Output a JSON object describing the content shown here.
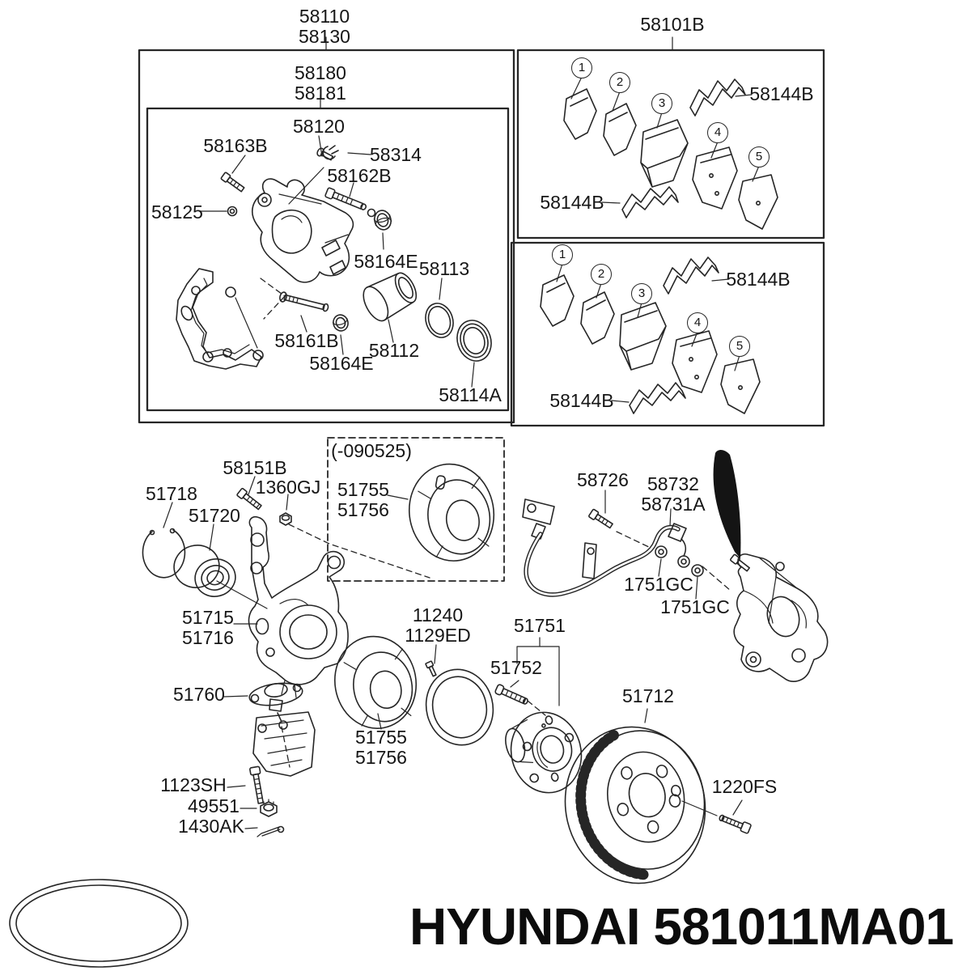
{
  "colors": {
    "line": "#262626",
    "text": "#161616",
    "bg": "#ffffff"
  },
  "footer": {
    "brand": "HYUNDAI",
    "part_number": "581011MA01",
    "text": "HYUNDAI 581011MA01"
  },
  "pad_item_numbers": [
    "1",
    "2",
    "3",
    "4",
    "5"
  ],
  "labels": {
    "assembly": "58110\n58130",
    "caliper_assy": "58180\n58181",
    "pin_58120": "58120",
    "bolt_58163B": "58163B",
    "clip_58314": "58314",
    "bolt_58162B": "58162B",
    "washer_58125": "58125",
    "boot_58164E_upper": "58164E",
    "seal_58113": "58113",
    "rod_58161B": "58161B",
    "piston_58112": "58112",
    "boot_58164E_lower": "58164E",
    "boot_58114A": "58114A",
    "pad_kit_58101B": "58101B",
    "clip_58144B_1": "58144B",
    "clip_58144B_2": "58144B",
    "clip_58144B_3": "58144B",
    "clip_58144B_4": "58144B",
    "date_note": "(-090525)",
    "shield_upper": "51755\n51756",
    "bolt_58151B": "58151B",
    "nut_1360GJ": "1360GJ",
    "ring_51718": "51718",
    "bearing_51720": "51720",
    "knuckle_51715": "51715\n51716",
    "bolt_58726": "58726",
    "hose_58732": "58732\n58731A",
    "washer_1751GC_1": "1751GC",
    "washer_1751GC_2": "1751GC",
    "balljoint_51760": "51760",
    "bolt_11240": "11240\n1129ED",
    "shield_lower": "51755\n51756",
    "hub_51751": "51751",
    "stud_51752": "51752",
    "rotor_51712": "51712",
    "bolt_1123SH": "1123SH",
    "nut_49551": "49551",
    "pin_1430AK": "1430AK",
    "bolt_1220FS": "1220FS"
  }
}
